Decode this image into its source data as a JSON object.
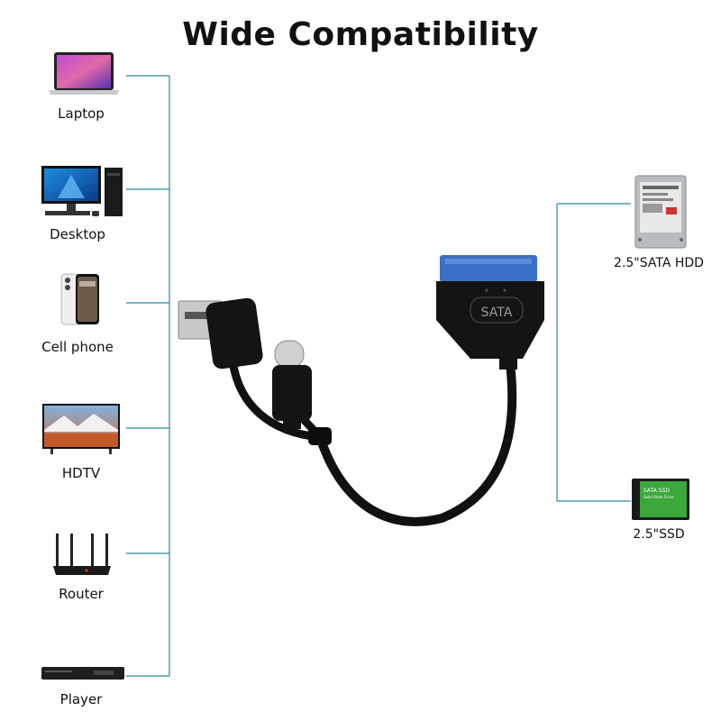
{
  "title": "Wide Compatibility",
  "left_devices": [
    {
      "label": "Laptop",
      "icon": "laptop-icon"
    },
    {
      "label": "Desktop",
      "icon": "desktop-icon"
    },
    {
      "label": "Cell phone",
      "icon": "cell-phone-icon"
    },
    {
      "label": "HDTV",
      "icon": "hdtv-icon"
    },
    {
      "label": "Router",
      "icon": "router-icon"
    },
    {
      "label": "Player",
      "icon": "player-icon"
    }
  ],
  "right_devices": [
    {
      "label": "2.5\"SATA HDD",
      "icon": "hdd-icon"
    },
    {
      "label": "2.5\"SSD",
      "icon": "ssd-icon"
    }
  ],
  "product": {
    "connector_text": "SATA",
    "ssd_text": "SATA SSD",
    "ssd_subtext": "Solid State Drive"
  },
  "colors": {
    "connector_line": "#2a8a9a",
    "sata_blue": "#3b6fc4",
    "ssd_green": "#3aa83a"
  }
}
